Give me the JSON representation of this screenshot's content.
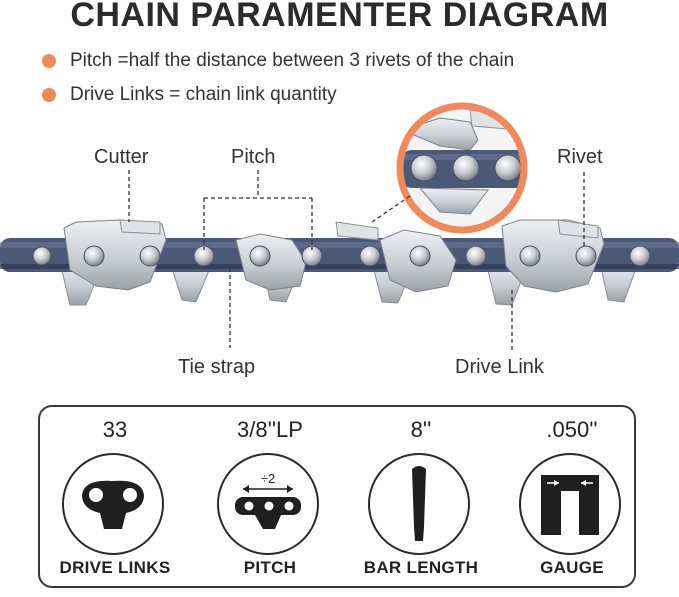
{
  "title": "CHAIN PARAMENTER DIAGRAM",
  "bullets": [
    "Pitch =half the distance between 3 rivets of the chain",
    "Drive Links = chain link quantity"
  ],
  "callouts": {
    "cutter": "Cutter",
    "pitch": "Pitch",
    "rivet": "Rivet",
    "tie_strap": "Tie strap",
    "drive_link": "Drive Link"
  },
  "colors": {
    "accent": "#ef8a5c",
    "chain_blue": "#4b5878",
    "steel": "#cfd3d8"
  },
  "specs": [
    {
      "value": "33",
      "name": "DRIVE LINKS",
      "icon": "drive-link-icon"
    },
    {
      "value": "3/8''LP",
      "name": "PITCH",
      "icon": "pitch-icon",
      "icon_text": "÷2"
    },
    {
      "value": "8''",
      "name": "BAR LENGTH",
      "icon": "guide-bar-icon"
    },
    {
      "value": ".050''",
      "name": "GAUGE",
      "icon": "gauge-icon"
    }
  ]
}
